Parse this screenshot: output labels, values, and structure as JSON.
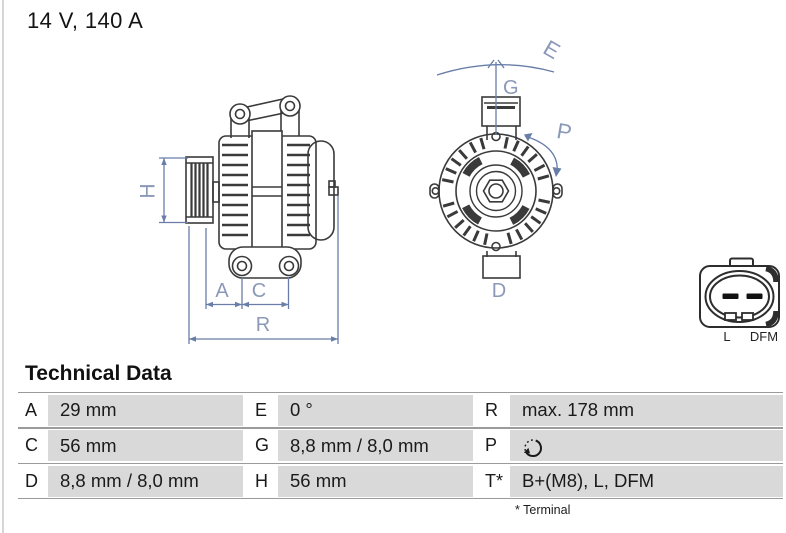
{
  "title": "14 V, 140 A",
  "diagram": {
    "side_view": {
      "h_label": "H",
      "a_label": "A",
      "c_label": "C",
      "r_label": "R"
    },
    "front_view": {
      "e_label": "E",
      "g_label": "G",
      "p_label": "P",
      "d_label": "D"
    },
    "connector": {
      "left_pin_label": "L",
      "right_pin_label": "DFM"
    },
    "colors": {
      "dimension_blue": "#687ea8",
      "line_dark": "#3a3a3a"
    }
  },
  "technical_data": {
    "heading": "Technical Data",
    "footnote": "* Terminal",
    "rows": [
      {
        "c1": {
          "label": "A",
          "value": "29 mm"
        },
        "c2": {
          "label": "E",
          "value": "0 °"
        },
        "c3": {
          "label": "R",
          "value": "max. 178 mm"
        }
      },
      {
        "c1": {
          "label": "C",
          "value": "56 mm"
        },
        "c2": {
          "label": "G",
          "value": "8,8 mm / 8,0 mm"
        },
        "c3": {
          "label": "P",
          "value": "",
          "icon": "rotation-direction-icon"
        }
      },
      {
        "c1": {
          "label": "D",
          "value": "8,8 mm / 8,0 mm"
        },
        "c2": {
          "label": "H",
          "value": "56 mm"
        },
        "c3": {
          "label": "T*",
          "value": "B+(M8), L, DFM"
        }
      }
    ]
  }
}
